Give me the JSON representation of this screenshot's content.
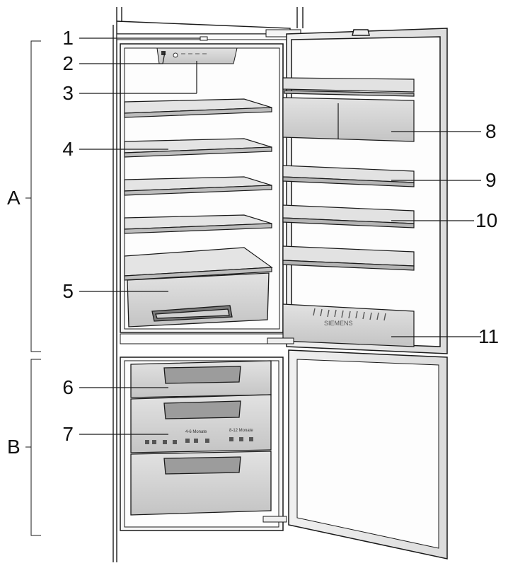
{
  "callouts_left": [
    {
      "id": "1",
      "text": "1"
    },
    {
      "id": "2",
      "text": "2"
    },
    {
      "id": "3",
      "text": "3"
    },
    {
      "id": "4",
      "text": "4"
    },
    {
      "id": "5",
      "text": "5"
    },
    {
      "id": "6",
      "text": "6"
    },
    {
      "id": "7",
      "text": "7"
    }
  ],
  "callouts_right": [
    {
      "id": "8",
      "text": "8"
    },
    {
      "id": "9",
      "text": "9"
    },
    {
      "id": "10",
      "text": "10"
    },
    {
      "id": "11",
      "text": "11"
    }
  ],
  "sections": {
    "fridge": "A",
    "freezer": "B"
  },
  "drawer_text": {
    "left": "4-6 Monate",
    "right": "8-12 Monate"
  },
  "brand": "SIEMENS",
  "colors": {
    "line": "#1a1a1a",
    "shade": "#d4d4d4",
    "shade_dark": "#b8b8b8",
    "interior": "#f4f4f4"
  }
}
